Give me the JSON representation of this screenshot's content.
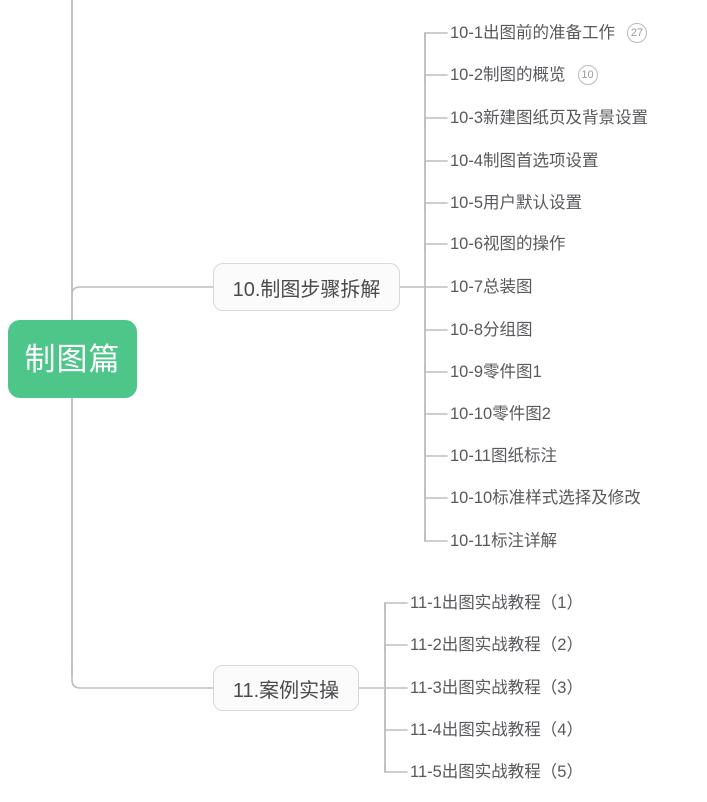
{
  "mindmap": {
    "root": {
      "label": "制图篇",
      "color": "#4ec68a",
      "text_color": "#ffffff"
    },
    "line_color": "#bdbdc2",
    "topics": [
      {
        "label": "10.制图步骤拆解",
        "children": [
          {
            "label": "10-1出图前的准备工作",
            "badge": "27"
          },
          {
            "label": "10-2制图的概览",
            "badge": "10"
          },
          {
            "label": "10-3新建图纸页及背景设置",
            "badge": ""
          },
          {
            "label": "10-4制图首选项设置",
            "badge": ""
          },
          {
            "label": "10-5用户默认设置",
            "badge": ""
          },
          {
            "label": "10-6视图的操作",
            "badge": ""
          },
          {
            "label": "10-7总装图",
            "badge": ""
          },
          {
            "label": "10-8分组图",
            "badge": ""
          },
          {
            "label": "10-9零件图1",
            "badge": ""
          },
          {
            "label": "10-10零件图2",
            "badge": ""
          },
          {
            "label": "10-11图纸标注",
            "badge": ""
          },
          {
            "label": "10-10标准样式选择及修改",
            "badge": ""
          },
          {
            "label": "10-11标注详解",
            "badge": ""
          }
        ]
      },
      {
        "label": "11.案例实操",
        "children": [
          {
            "label": "11-1出图实战教程（1）",
            "badge": ""
          },
          {
            "label": "11-2出图实战教程（2）",
            "badge": ""
          },
          {
            "label": "11-3出图实战教程（3）",
            "badge": ""
          },
          {
            "label": "11-4出图实战教程（4）",
            "badge": ""
          },
          {
            "label": "11-5出图实战教程（5）",
            "badge": ""
          }
        ]
      }
    ]
  }
}
